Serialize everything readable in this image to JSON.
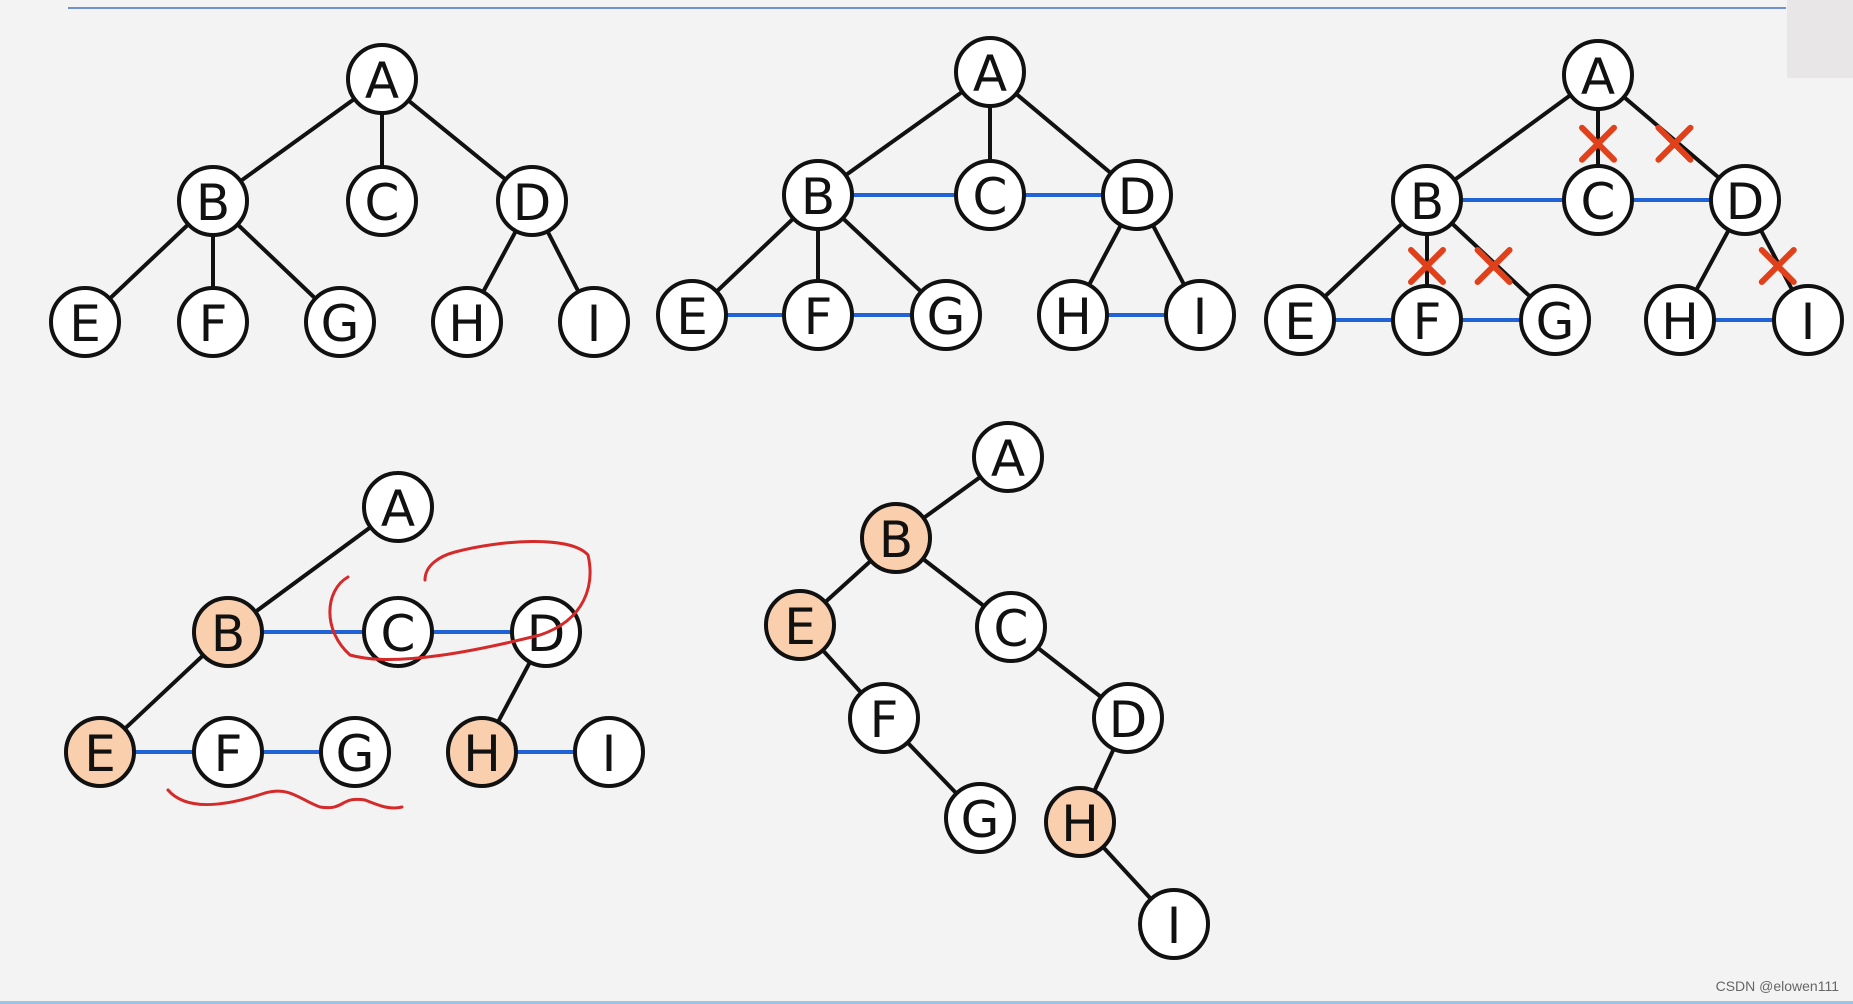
{
  "colors": {
    "background": "#f4f3f4",
    "tree_edge": "#111111",
    "sibling_link": "#1f63d6",
    "highlight_fill": "#f9cfae",
    "cut_mark": "#e0401a",
    "annotation": "#d42a2a"
  },
  "watermark": "CSDN @elowen111",
  "diagrams": [
    {
      "id": "step1",
      "nodes": [
        {
          "id": "A",
          "label": "A"
        },
        {
          "id": "B",
          "label": "B"
        },
        {
          "id": "C",
          "label": "C"
        },
        {
          "id": "D",
          "label": "D"
        },
        {
          "id": "E",
          "label": "E"
        },
        {
          "id": "F",
          "label": "F"
        },
        {
          "id": "G",
          "label": "G"
        },
        {
          "id": "H",
          "label": "H"
        },
        {
          "id": "I",
          "label": "I"
        }
      ],
      "edges": [
        [
          "A",
          "B"
        ],
        [
          "A",
          "C"
        ],
        [
          "A",
          "D"
        ],
        [
          "B",
          "E"
        ],
        [
          "B",
          "F"
        ],
        [
          "B",
          "G"
        ],
        [
          "D",
          "H"
        ],
        [
          "D",
          "I"
        ]
      ],
      "links": [],
      "cuts": [],
      "highlighted": []
    },
    {
      "id": "step2",
      "nodes": [
        {
          "id": "A",
          "label": "A"
        },
        {
          "id": "B",
          "label": "B"
        },
        {
          "id": "C",
          "label": "C"
        },
        {
          "id": "D",
          "label": "D"
        },
        {
          "id": "E",
          "label": "E"
        },
        {
          "id": "F",
          "label": "F"
        },
        {
          "id": "G",
          "label": "G"
        },
        {
          "id": "H",
          "label": "H"
        },
        {
          "id": "I",
          "label": "I"
        }
      ],
      "edges": [
        [
          "A",
          "B"
        ],
        [
          "A",
          "C"
        ],
        [
          "A",
          "D"
        ],
        [
          "B",
          "E"
        ],
        [
          "B",
          "F"
        ],
        [
          "B",
          "G"
        ],
        [
          "D",
          "H"
        ],
        [
          "D",
          "I"
        ]
      ],
      "links": [
        [
          "B",
          "C"
        ],
        [
          "C",
          "D"
        ],
        [
          "E",
          "F"
        ],
        [
          "F",
          "G"
        ],
        [
          "H",
          "I"
        ]
      ],
      "cuts": [],
      "highlighted": []
    },
    {
      "id": "step3",
      "nodes": [
        {
          "id": "A",
          "label": "A"
        },
        {
          "id": "B",
          "label": "B"
        },
        {
          "id": "C",
          "label": "C"
        },
        {
          "id": "D",
          "label": "D"
        },
        {
          "id": "E",
          "label": "E"
        },
        {
          "id": "F",
          "label": "F"
        },
        {
          "id": "G",
          "label": "G"
        },
        {
          "id": "H",
          "label": "H"
        },
        {
          "id": "I",
          "label": "I"
        }
      ],
      "edges": [
        [
          "A",
          "B"
        ],
        [
          "A",
          "C"
        ],
        [
          "A",
          "D"
        ],
        [
          "B",
          "E"
        ],
        [
          "B",
          "F"
        ],
        [
          "B",
          "G"
        ],
        [
          "D",
          "H"
        ],
        [
          "D",
          "I"
        ]
      ],
      "links": [
        [
          "B",
          "C"
        ],
        [
          "C",
          "D"
        ],
        [
          "E",
          "F"
        ],
        [
          "F",
          "G"
        ],
        [
          "H",
          "I"
        ]
      ],
      "cuts": [
        [
          "A",
          "C"
        ],
        [
          "A",
          "D"
        ],
        [
          "B",
          "F"
        ],
        [
          "B",
          "G"
        ],
        [
          "D",
          "I"
        ]
      ],
      "highlighted": []
    },
    {
      "id": "step4",
      "nodes": [
        {
          "id": "A",
          "label": "A"
        },
        {
          "id": "B",
          "label": "B"
        },
        {
          "id": "C",
          "label": "C"
        },
        {
          "id": "D",
          "label": "D"
        },
        {
          "id": "E",
          "label": "E"
        },
        {
          "id": "F",
          "label": "F"
        },
        {
          "id": "G",
          "label": "G"
        },
        {
          "id": "H",
          "label": "H"
        },
        {
          "id": "I",
          "label": "I"
        }
      ],
      "edges": [
        [
          "A",
          "B"
        ],
        [
          "B",
          "E"
        ],
        [
          "D",
          "H"
        ]
      ],
      "links": [
        [
          "B",
          "C"
        ],
        [
          "C",
          "D"
        ],
        [
          "E",
          "F"
        ],
        [
          "F",
          "G"
        ],
        [
          "H",
          "I"
        ]
      ],
      "cuts": [],
      "highlighted": [
        "B",
        "E",
        "H"
      ]
    },
    {
      "id": "step5",
      "nodes": [
        {
          "id": "A",
          "label": "A"
        },
        {
          "id": "B",
          "label": "B"
        },
        {
          "id": "E",
          "label": "E"
        },
        {
          "id": "C",
          "label": "C"
        },
        {
          "id": "F",
          "label": "F"
        },
        {
          "id": "D",
          "label": "D"
        },
        {
          "id": "G",
          "label": "G"
        },
        {
          "id": "H",
          "label": "H"
        },
        {
          "id": "I",
          "label": "I"
        }
      ],
      "edges": [
        [
          "A",
          "B"
        ],
        [
          "B",
          "E"
        ],
        [
          "B",
          "C"
        ],
        [
          "E",
          "F"
        ],
        [
          "F",
          "G"
        ],
        [
          "C",
          "D"
        ],
        [
          "D",
          "H"
        ],
        [
          "H",
          "I"
        ]
      ],
      "links": [],
      "cuts": [],
      "highlighted": [
        "B",
        "E",
        "H"
      ]
    }
  ]
}
